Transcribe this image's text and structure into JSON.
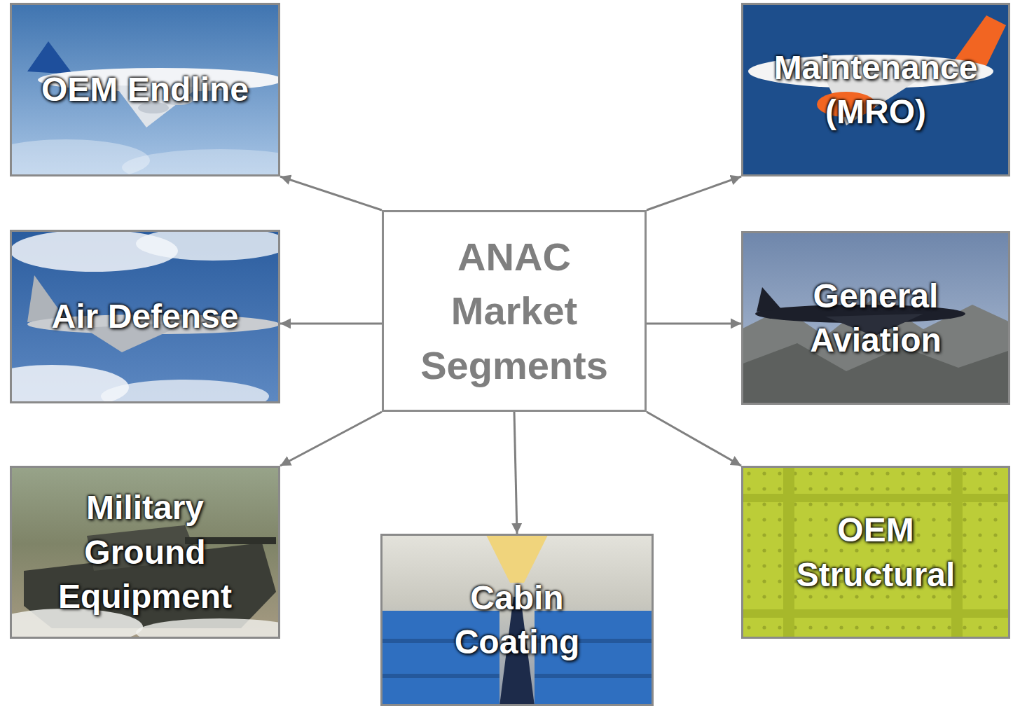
{
  "diagram": {
    "nodes": [
      {
        "text": [
          "OEM Endline"
        ]
      },
      {
        "text": [
          "Maintenance (MRO)"
        ]
      },
      {
        "text": [
          "ANAC Market Segments"
        ]
      },
      {
        "text": [
          "Air Defense"
        ]
      },
      {
        "text": [
          "General Aviation"
        ]
      },
      {
        "text": [
          "Military Ground Equipment"
        ]
      },
      {
        "text": [
          "OEM Structural"
        ]
      },
      {
        "text": [
          "Cabin Coating"
        ]
      }
    ],
    "edges": [
      {
        "from": 2,
        "to": 0,
        "arrow": "to"
      },
      {
        "from": 2,
        "to": 1,
        "arrow": "to"
      },
      {
        "from": 2,
        "to": 3,
        "arrow": "to"
      },
      {
        "from": 2,
        "to": 4,
        "arrow": "to"
      },
      {
        "from": 2,
        "to": 5,
        "arrow": "to"
      },
      {
        "from": 2,
        "to": 7,
        "arrow": "to"
      },
      {
        "from": 2,
        "to": 6,
        "arrow": "to"
      }
    ]
  }
}
